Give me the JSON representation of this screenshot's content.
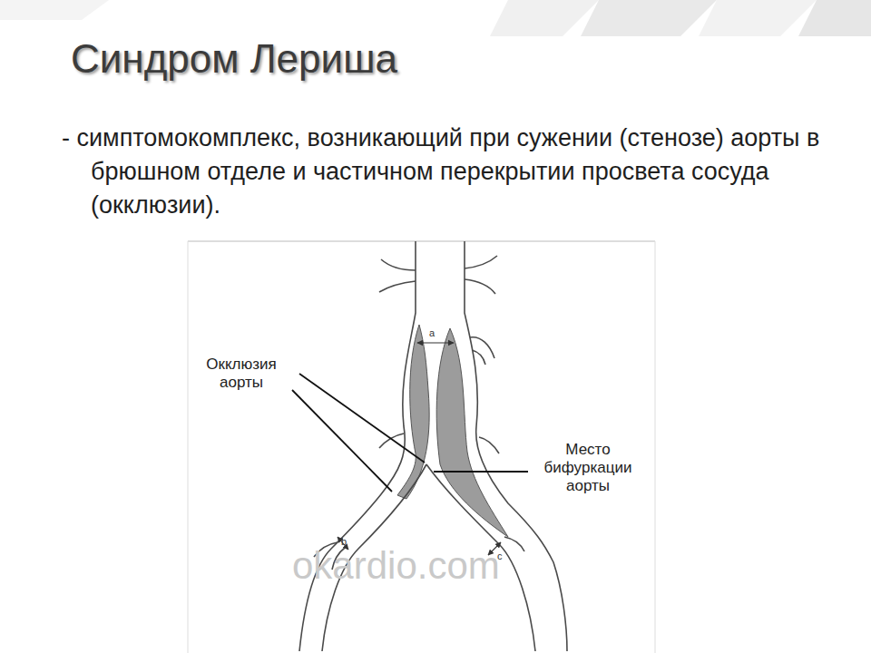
{
  "diagram": {
    "title": "Синдром Лериша",
    "labels": [
      "- симптомокомплекс, возникающий при сужении (стенозе) аорты в брюшном отделе и частичном перекрытии просвета сосуда (окклюзии).",
      "a",
      "Окклюзия аорты",
      "Место бифуркации аорты",
      "b",
      "c",
      "okardio.com"
    ]
  }
}
